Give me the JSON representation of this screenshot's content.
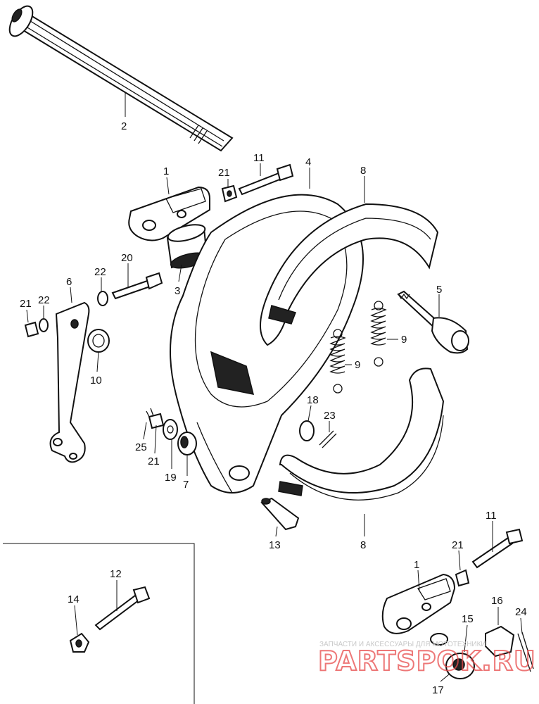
{
  "diagram": {
    "callouts": {
      "c1a": "1",
      "c1b": "1",
      "c2": "2",
      "c3": "3",
      "c4": "4",
      "c5": "5",
      "c6": "6",
      "c7": "7",
      "c8a": "8",
      "c8b": "8",
      "c9a": "9",
      "c9b": "9",
      "c10": "10",
      "c11a": "11",
      "c11b": "11",
      "c12": "12",
      "c13": "13",
      "c14": "14",
      "c15": "15",
      "c16": "16",
      "c17": "17",
      "c18": "18",
      "c19": "19",
      "c20": "20",
      "c21a": "21",
      "c21b": "21",
      "c21c": "21",
      "c21d": "21",
      "c22a": "22",
      "c22b": "22",
      "c23": "23",
      "c24": "24",
      "c25": "25"
    },
    "watermark": {
      "caption": "ЗАПЧАСТИ И АКСЕССУАРЫ ДЛЯ МОТОТЕХНИКИ",
      "logo": "PARTSPOK.RU"
    }
  }
}
